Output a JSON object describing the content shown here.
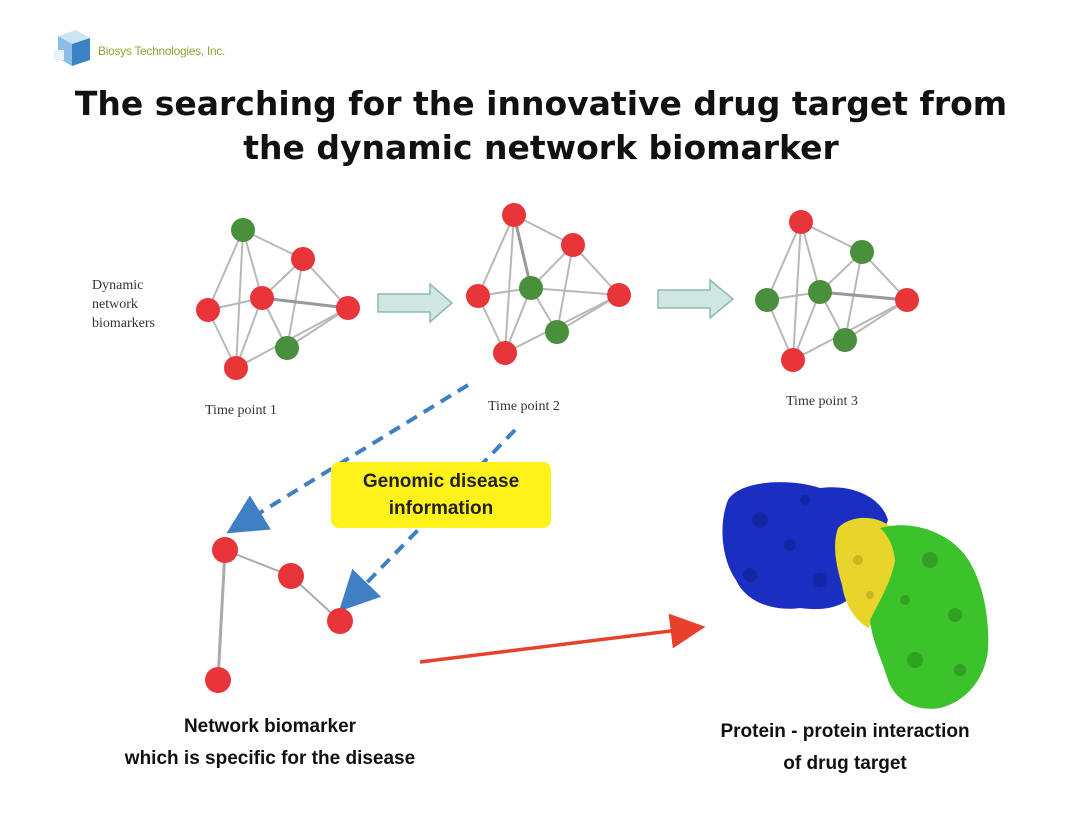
{
  "logo": {
    "text": "Biosys Technologies, Inc.",
    "icon": "cube-logo-icon"
  },
  "title": {
    "line1": "The searching for the innovative drug target from",
    "line2": "the dynamic network biomarker"
  },
  "dynamic_label": {
    "line1": "Dynamic",
    "line2": "network",
    "line3": "biomarkers"
  },
  "time_points": [
    "Time point 1",
    "Time point 2",
    "Time point 3"
  ],
  "genomic_box": {
    "line1": "Genomic disease",
    "line2": "information"
  },
  "left_caption": {
    "line1": "Network biomarker",
    "line2": "which is specific for the disease"
  },
  "right_caption": {
    "line1": "Protein - protein interaction",
    "line2": "of drug target"
  },
  "colors": {
    "red_node": "#e8353a",
    "green_node": "#4a8f3c",
    "block_arrow": "#cfe6e3",
    "dashed_arrow": "#3f7fc4",
    "red_arrow": "#e8402a",
    "highlight": "#fff21a",
    "protein_blue": "#1a2fc2",
    "protein_green": "#3cc22a",
    "protein_yellow": "#e8d42a"
  }
}
